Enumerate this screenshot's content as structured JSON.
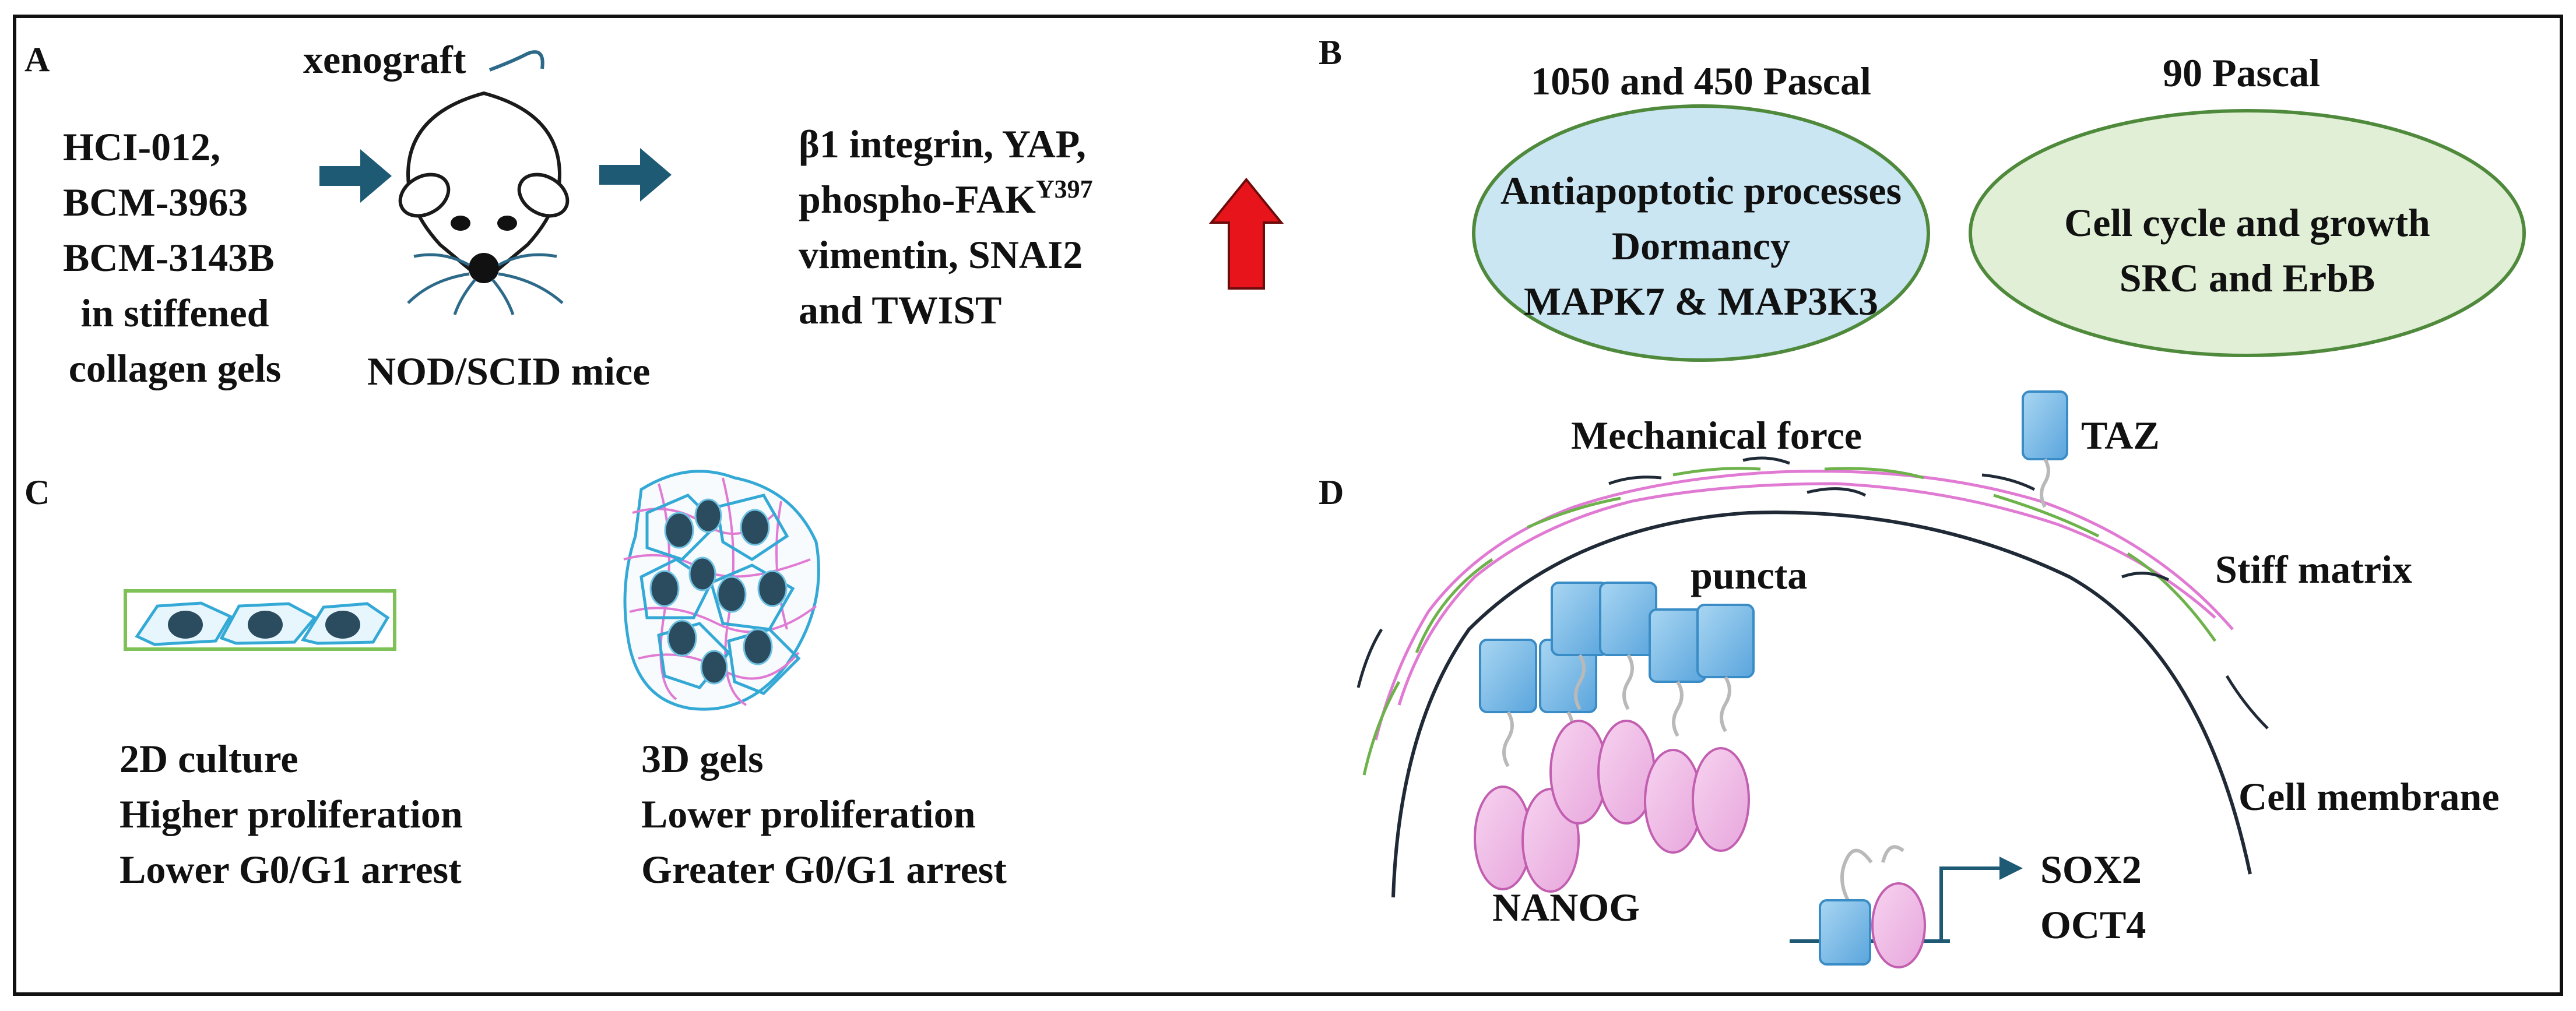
{
  "panels": {
    "a": {
      "letter": "A",
      "pdx_lines": [
        "HCI-012,",
        "BCM-3963",
        "BCM-3143B",
        "in stiffened",
        "collagen gels"
      ],
      "xenograft": "xenograft",
      "mice": "NOD/SCID mice",
      "markers_line1": "β1 integrin, YAP,",
      "markers_line2": "phospho-FAK",
      "markers_superscript": "Y397",
      "markers_line3": "vimentin, SNAI2",
      "markers_line4": "and TWIST"
    },
    "b": {
      "letter": "B",
      "left_heading": "1050 and 450 Pascal",
      "left_lines": [
        "Antiapoptotic processes",
        "Dormancy",
        "MAPK7 & MAP3K3"
      ],
      "right_heading": "90 Pascal",
      "right_lines": [
        "Cell cycle and growth",
        "SRC and ErbB"
      ]
    },
    "c": {
      "letter": "C",
      "left_lines": [
        "2D culture",
        "Higher proliferation",
        "Lower G0/G1 arrest"
      ],
      "right_lines": [
        "3D gels",
        "Lower proliferation",
        "Greater G0/G1 arrest"
      ]
    },
    "d": {
      "letter": "D",
      "mechanical_force": "Mechanical force",
      "taz": "TAZ",
      "stiff_matrix": "Stiff matrix",
      "puncta": "puncta",
      "cell_membrane": "Cell membrane",
      "nanog": "NANOG",
      "genes": [
        "SOX2",
        "OCT4"
      ]
    }
  },
  "colors": {
    "arrow": "#1f5a75",
    "up_arrow": "#e8141c",
    "ellipse_left_fill": "#cbe6f3",
    "ellipse_right_fill": "#e0efd6",
    "ellipse_stroke": "#4f8a3c",
    "taz_fill": "#76b6e2",
    "taz_stroke": "#3a8cc6",
    "nanog_fill": "#efb8e3",
    "nanog_stroke": "#c25fb0",
    "nucleus": "#2a4c5e",
    "cell_outline": "#34a9d6",
    "fiber_pink": "#e07ad3",
    "fiber_green": "#6db24a",
    "fiber_dark": "#1f2a36",
    "box_green": "#7ec157"
  }
}
